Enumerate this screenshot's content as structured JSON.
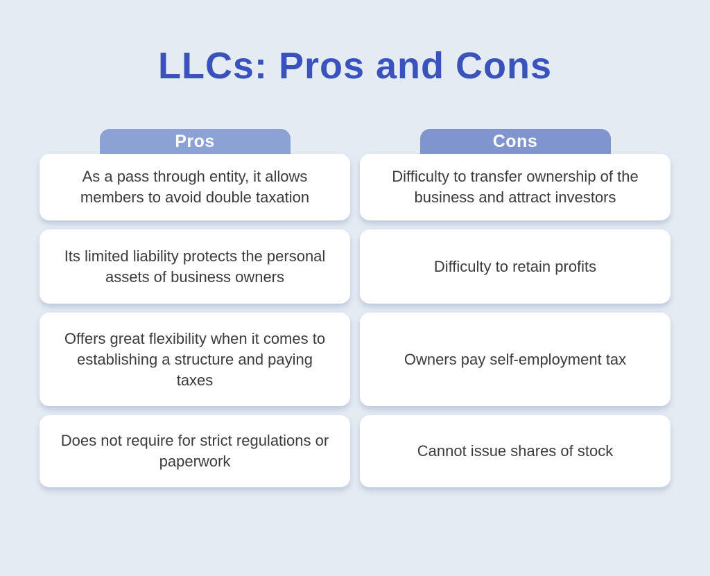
{
  "title": "LLCs: Pros and Cons",
  "colors": {
    "background": "#E5EBF3",
    "title_text": "#3A53BC",
    "pros_header_background": "#8CA2D5",
    "cons_header_background": "#8095CE",
    "header_text": "#FFFFFF",
    "card_background": "#FFFFFF",
    "card_text": "#3B3B3B"
  },
  "columns": [
    {
      "header": "Pros",
      "items": [
        "As a pass through entity, it allows members to avoid double taxation",
        "Its limited liability protects the personal assets of business owners",
        "Offers great flexibility when it comes to establishing a structure and paying taxes",
        "Does not require for strict regulations or paperwork"
      ]
    },
    {
      "header": "Cons",
      "items": [
        "Difficulty to transfer ownership of the business and attract investors",
        "Difficulty to retain profits",
        "Owners pay self-employment tax",
        "Cannot issue shares of stock"
      ]
    }
  ]
}
